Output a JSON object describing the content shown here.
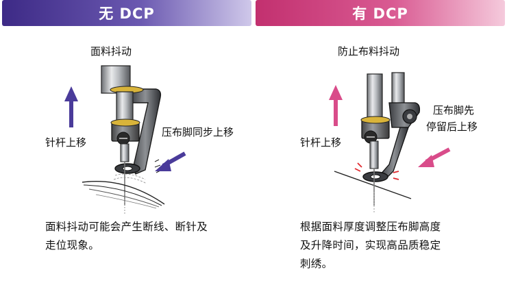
{
  "left_panel": {
    "banner": "无 DCP",
    "subtitle": "面料抖动",
    "needle_label": "针杆上移",
    "foot_label": "压布脚同步上移",
    "description_line1": "面料抖动可能会产生断线、断针及",
    "description_line2": "走位现象。",
    "arrow_color": "#4a3b9a",
    "banner_color": "#3d2a86"
  },
  "right_panel": {
    "banner": "有 DCP",
    "subtitle": "防止布料抖动",
    "needle_label": "针杆上移",
    "foot_label_line1": "压布脚先",
    "foot_label_line2": "停留后上移",
    "description_line1": "根据面料厚度调整压布脚高度",
    "description_line2": "及升降时间，实现高品质稳定",
    "description_line3": "刺绣。",
    "arrow_color": "#d94c8a",
    "banner_color": "#c2306f"
  }
}
